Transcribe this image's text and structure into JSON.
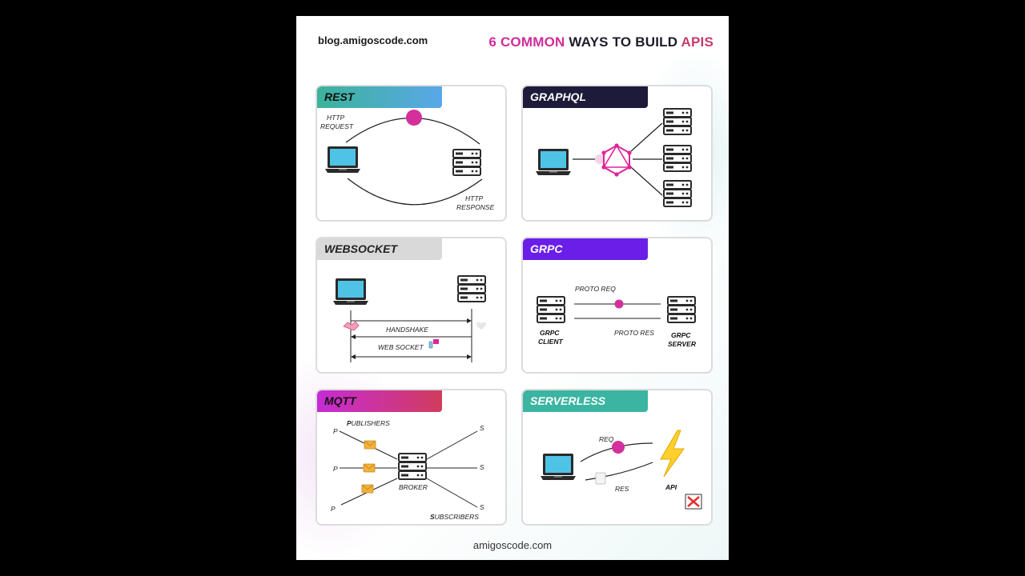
{
  "header": {
    "site": "blog.amigoscode.com",
    "title_part1": "6 COMMON",
    "title_part2": "WAYS TO BUILD",
    "title_part3": "APIS"
  },
  "footer": "amigoscode.com",
  "colors": {
    "accent_pink": "#d12c9a",
    "grpc_purple": "#6a1ee8",
    "serverless_teal": "#3bb5a2",
    "graphql_navy": "#1e1a3a"
  },
  "cards": {
    "rest": {
      "label": "REST",
      "request_l1": "HTTP",
      "request_l2": "REQUEST",
      "response_l1": "HTTP",
      "response_l2": "RESPONSE"
    },
    "graphql": {
      "label": "GRAPHQL"
    },
    "websocket": {
      "label": "WEBSOCKET",
      "handshake": "HANDSHAKE",
      "websocket": "WEB SOCKET"
    },
    "grpc": {
      "label": "GRPC",
      "proto_req": "PROTO REQ",
      "proto_res": "PROTO RES",
      "client_l1": "GRPC",
      "client_l2": "CLIENT",
      "server_l1": "GRPC",
      "server_l2": "SERVER"
    },
    "mqtt": {
      "label": "MQTT",
      "publishers_initial": "P",
      "publishers_rest": "UBLISHERS",
      "broker": "BROKER",
      "subscribers_initial": "S",
      "subscribers_rest": "UBSCRIBERS",
      "p": "P",
      "s": "S"
    },
    "serverless": {
      "label": "SERVERLESS",
      "req": "REQ",
      "res": "RES",
      "api": "API"
    }
  }
}
